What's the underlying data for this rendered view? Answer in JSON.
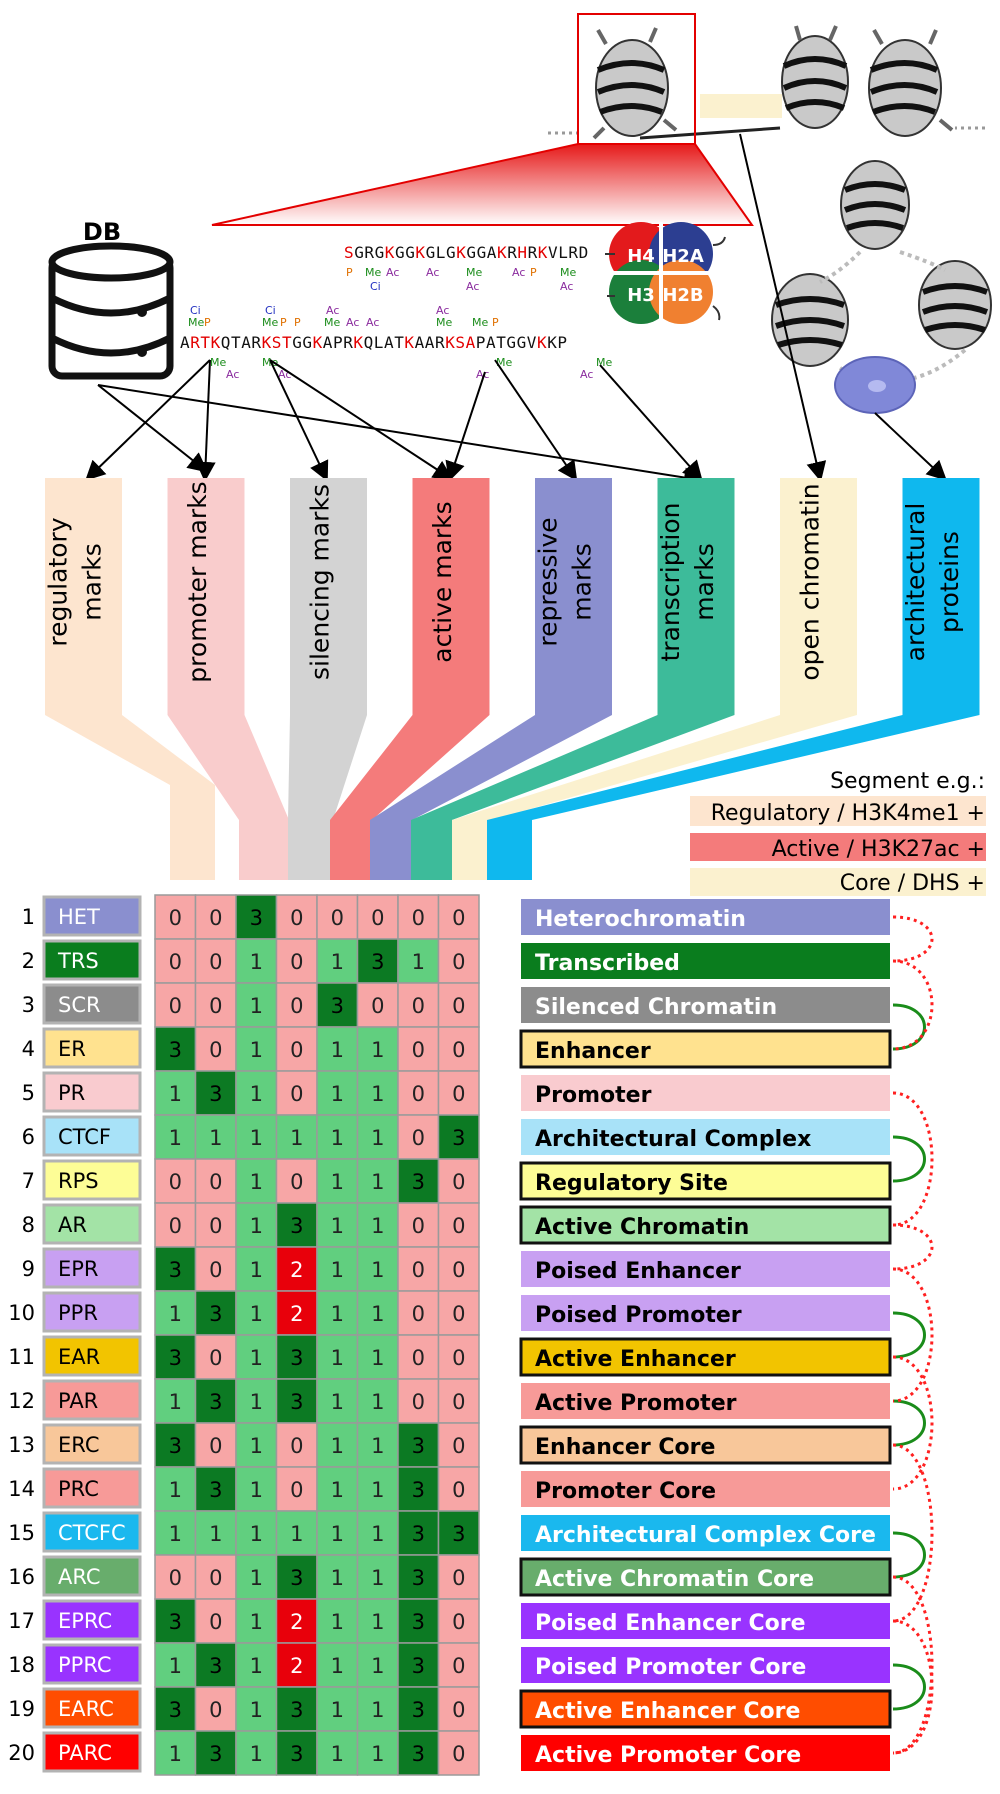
{
  "db_label": "DB",
  "histones": [
    "H4",
    "H2A",
    "H3",
    "H2B"
  ],
  "histone_colors": {
    "H4": "#e31a1c",
    "H2A": "#2c3e91",
    "H3": "#1b7f3b",
    "H2B": "#f08030"
  },
  "h4_sequence": "SGRGKGGKGLGKGGAKRHRKVLRD",
  "h3_sequence": "ARTKQTARKSTGGKAPRKQLATKAARKSAPATGGVKKP",
  "mod_labels": {
    "me": "Me",
    "ac": "Ac",
    "p": "P",
    "ci": "Ci"
  },
  "categories": [
    {
      "label": "regulatory marks",
      "color": "#fde5cf"
    },
    {
      "label": "promoter marks",
      "color": "#f9cccc"
    },
    {
      "label": "silencing marks",
      "color": "#d3d3d3"
    },
    {
      "label": "active marks",
      "color": "#f47b7b"
    },
    {
      "label": "repressive marks",
      "color": "#8a8fcf"
    },
    {
      "label": "transcription marks",
      "color": "#3dbb9a"
    },
    {
      "label": "open chromatin",
      "color": "#fbf1cf"
    },
    {
      "label": "architectural proteins",
      "color": "#0fb8ee"
    }
  ],
  "segment_example": {
    "title": "Segment e.g.:",
    "lines": [
      {
        "text": "Regulatory / H3K4me1 +",
        "color": "#fde5cf"
      },
      {
        "text": "Active / H3K27ac +",
        "color": "#f47b7b"
      },
      {
        "text": "Core / DHS +",
        "color": "#fbf1cf"
      }
    ]
  },
  "states": [
    {
      "n": "1",
      "abbr": "HET",
      "name": "Heterochromatin",
      "color": "#8a8fcf",
      "text": "#ffffff",
      "bordered": false,
      "values": [
        "0",
        "0",
        "3",
        "0",
        "0",
        "0",
        "0",
        "0"
      ]
    },
    {
      "n": "2",
      "abbr": "TRS",
      "name": "Transcribed",
      "color": "#0a7d1e",
      "text": "#ffffff",
      "bordered": false,
      "values": [
        "0",
        "0",
        "1",
        "0",
        "1",
        "3",
        "1",
        "0"
      ]
    },
    {
      "n": "3",
      "abbr": "SCR",
      "name": "Silenced Chromatin",
      "color": "#8c8c8c",
      "text": "#ffffff",
      "bordered": false,
      "values": [
        "0",
        "0",
        "1",
        "0",
        "3",
        "0",
        "0",
        "0"
      ]
    },
    {
      "n": "4",
      "abbr": "ER",
      "name": "Enhancer",
      "color": "#ffe28f",
      "text": "#000000",
      "bordered": true,
      "values": [
        "3",
        "0",
        "1",
        "0",
        "1",
        "1",
        "0",
        "0"
      ]
    },
    {
      "n": "5",
      "abbr": "PR",
      "name": "Promoter",
      "color": "#f9cbcf",
      "text": "#000000",
      "bordered": false,
      "values": [
        "1",
        "3",
        "1",
        "0",
        "1",
        "1",
        "0",
        "0"
      ]
    },
    {
      "n": "6",
      "abbr": "CTCF",
      "name": "Architectural Complex",
      "color": "#a8e2f8",
      "text": "#000000",
      "bordered": false,
      "values": [
        "1",
        "1",
        "1",
        "1",
        "1",
        "1",
        "0",
        "3"
      ]
    },
    {
      "n": "7",
      "abbr": "RPS",
      "name": "Regulatory Site",
      "color": "#fdfd96",
      "text": "#000000",
      "bordered": true,
      "values": [
        "0",
        "0",
        "1",
        "0",
        "1",
        "1",
        "3",
        "0"
      ]
    },
    {
      "n": "8",
      "abbr": "AR",
      "name": "Active Chromatin",
      "color": "#a3e3a6",
      "text": "#000000",
      "bordered": true,
      "values": [
        "0",
        "0",
        "1",
        "3",
        "1",
        "1",
        "0",
        "0"
      ]
    },
    {
      "n": "9",
      "abbr": "EPR",
      "name": "Poised Enhancer",
      "color": "#c8a0f2",
      "text": "#000000",
      "bordered": false,
      "values": [
        "3",
        "0",
        "1",
        "2",
        "1",
        "1",
        "0",
        "0"
      ]
    },
    {
      "n": "10",
      "abbr": "PPR",
      "name": "Poised Promoter",
      "color": "#c8a0f2",
      "text": "#000000",
      "bordered": false,
      "values": [
        "1",
        "3",
        "1",
        "2",
        "1",
        "1",
        "0",
        "0"
      ]
    },
    {
      "n": "11",
      "abbr": "EAR",
      "name": "Active Enhancer",
      "color": "#f2c400",
      "text": "#000000",
      "bordered": true,
      "values": [
        "3",
        "0",
        "1",
        "3",
        "1",
        "1",
        "0",
        "0"
      ]
    },
    {
      "n": "12",
      "abbr": "PAR",
      "name": "Active Promoter",
      "color": "#f79a98",
      "text": "#000000",
      "bordered": false,
      "values": [
        "1",
        "3",
        "1",
        "3",
        "1",
        "1",
        "0",
        "0"
      ]
    },
    {
      "n": "13",
      "abbr": "ERC",
      "name": "Enhancer Core",
      "color": "#f8c79a",
      "text": "#000000",
      "bordered": true,
      "values": [
        "3",
        "0",
        "1",
        "0",
        "1",
        "1",
        "3",
        "0"
      ]
    },
    {
      "n": "14",
      "abbr": "PRC",
      "name": "Promoter Core",
      "color": "#f79a98",
      "text": "#000000",
      "bordered": false,
      "values": [
        "1",
        "3",
        "1",
        "0",
        "1",
        "1",
        "3",
        "0"
      ]
    },
    {
      "n": "15",
      "abbr": "CTCFC",
      "name": "Architectural Complex Core",
      "color": "#1ab8ee",
      "text": "#ffffff",
      "bordered": false,
      "values": [
        "1",
        "1",
        "1",
        "1",
        "1",
        "1",
        "3",
        "3"
      ]
    },
    {
      "n": "16",
      "abbr": "ARC",
      "name": "Active Chromatin Core",
      "color": "#68ad6c",
      "text": "#ffffff",
      "bordered": true,
      "values": [
        "0",
        "0",
        "1",
        "3",
        "1",
        "1",
        "3",
        "0"
      ]
    },
    {
      "n": "17",
      "abbr": "EPRC",
      "name": "Poised Enhancer Core",
      "color": "#9933ff",
      "text": "#ffffff",
      "bordered": false,
      "values": [
        "3",
        "0",
        "1",
        "2",
        "1",
        "1",
        "3",
        "0"
      ]
    },
    {
      "n": "18",
      "abbr": "PPRC",
      "name": "Poised Promoter Core",
      "color": "#9933ff",
      "text": "#ffffff",
      "bordered": false,
      "values": [
        "1",
        "3",
        "1",
        "2",
        "1",
        "1",
        "3",
        "0"
      ]
    },
    {
      "n": "19",
      "abbr": "EARC",
      "name": "Active Enhancer Core",
      "color": "#ff4d00",
      "text": "#ffffff",
      "bordered": true,
      "values": [
        "3",
        "0",
        "1",
        "3",
        "1",
        "1",
        "3",
        "0"
      ]
    },
    {
      "n": "20",
      "abbr": "PARC",
      "name": "Active Promoter Core",
      "color": "#ff0000",
      "text": "#ffffff",
      "bordered": false,
      "values": [
        "1",
        "3",
        "1",
        "3",
        "1",
        "1",
        "3",
        "0"
      ]
    }
  ],
  "value_colors": {
    "0": "#f7a6a6",
    "1": "#61cf7f",
    "2": "#e8000b",
    "3": "#0c7a23"
  }
}
